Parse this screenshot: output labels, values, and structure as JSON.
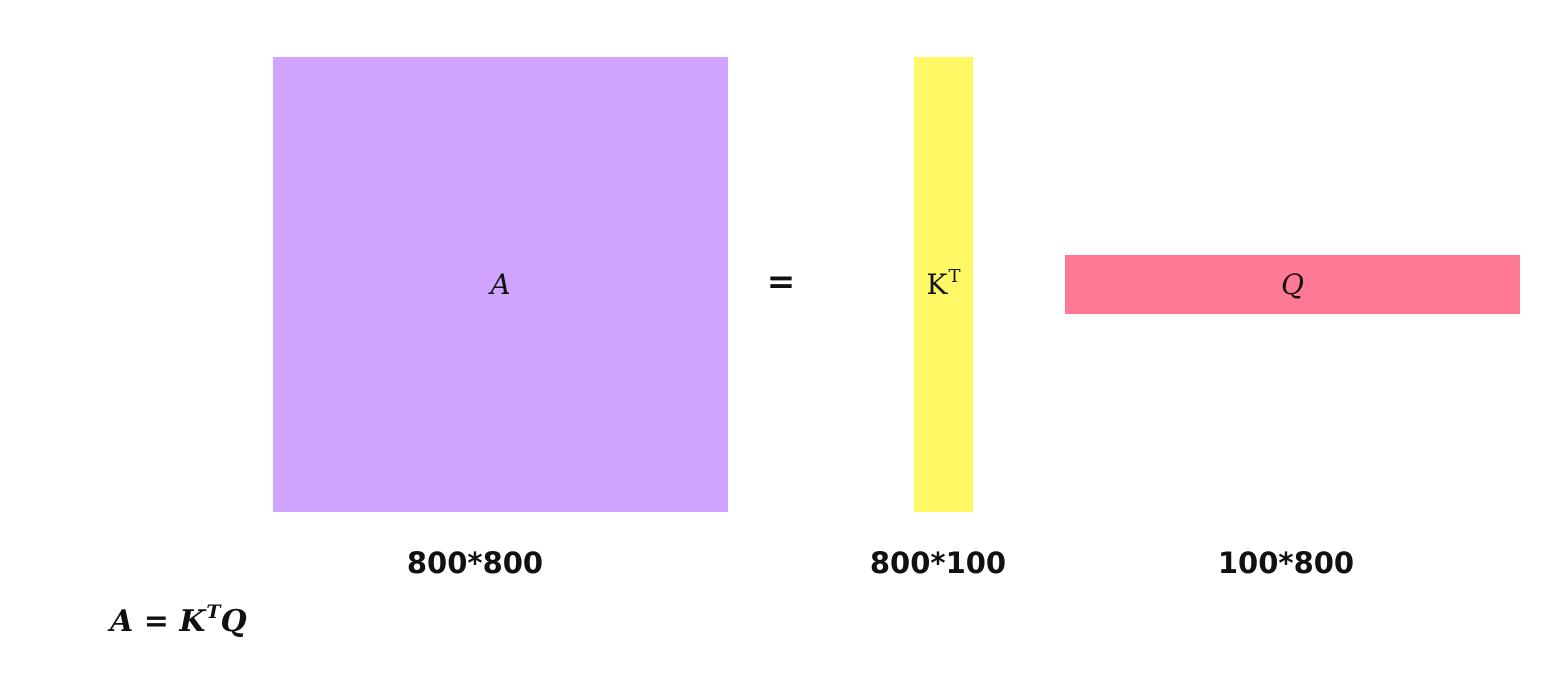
{
  "matrices": {
    "a": {
      "label": "A",
      "color": "#cfa3ff"
    },
    "kt": {
      "label": "K",
      "superscript": "T",
      "color": "#fff763"
    },
    "q": {
      "label": "Q",
      "color": "#fe7994"
    }
  },
  "equals_sign": "=",
  "dimensions": {
    "a": "800*800",
    "kt": "800*100",
    "q": "100*800"
  },
  "formula": {
    "lhs": "A",
    "equals": " = ",
    "k": "K",
    "superscript": "T",
    "q": "Q"
  }
}
